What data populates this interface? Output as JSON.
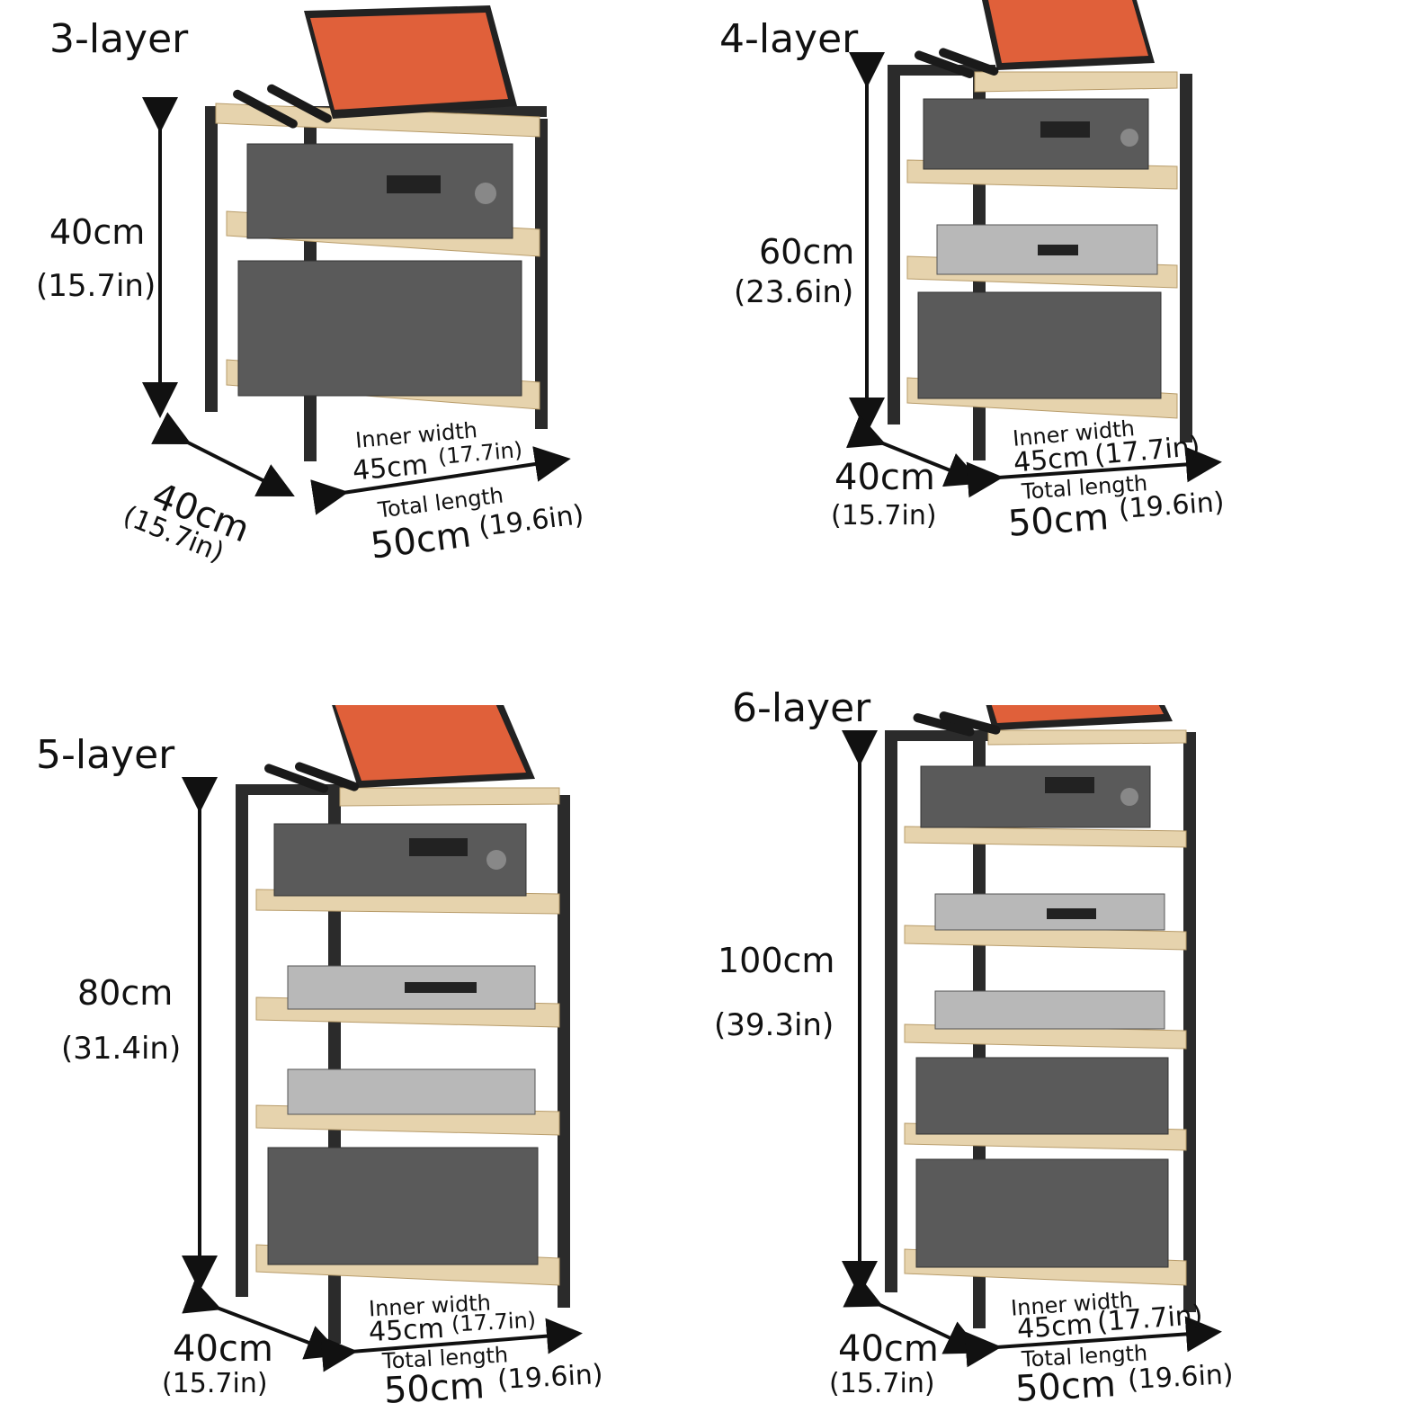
{
  "units": [
    {
      "title": "3-layer",
      "height": "40cm",
      "height_in": "(15.7in)",
      "depth": "40cm",
      "depth_in": "(15.7in)",
      "inner_width_label": "Inner width",
      "inner_width": "45cm",
      "inner_width_in": "(17.7in)",
      "total_length_label": "Total length",
      "total_length": "50cm",
      "total_length_in": "(19.6in)"
    },
    {
      "title": "4-layer",
      "height": "60cm",
      "height_in": "(23.6in)",
      "depth": "40cm",
      "depth_in": "(15.7in)",
      "inner_width_label": "Inner width",
      "inner_width": "45cm",
      "inner_width_in": "(17.7in)",
      "total_length_label": "Total length",
      "total_length": "50cm",
      "total_length_in": "(19.6in)"
    },
    {
      "title": "5-layer",
      "height": "80cm",
      "height_in": "(31.4in)",
      "depth": "40cm",
      "depth_in": "(15.7in)",
      "inner_width_label": "Inner width",
      "inner_width": "45cm",
      "inner_width_in": "(17.7in)",
      "total_length_label": "Total length",
      "total_length": "50cm",
      "total_length_in": "(19.6in)"
    },
    {
      "title": "6-layer",
      "height": "100cm",
      "height_in": "(39.3in)",
      "depth": "40cm",
      "depth_in": "(15.7in)",
      "inner_width_label": "Inner width",
      "inner_width": "45cm",
      "inner_width_in": "(17.7in)",
      "total_length_label": "Total length",
      "total_length": "50cm",
      "total_length_in": "(19.6in)"
    }
  ],
  "colors": {
    "frame": "#2b2b2b",
    "wood": "#e6d3ad",
    "device_dark": "#5a5a5a",
    "device_silver": "#b8b8b8",
    "screen": "#e0603a"
  }
}
